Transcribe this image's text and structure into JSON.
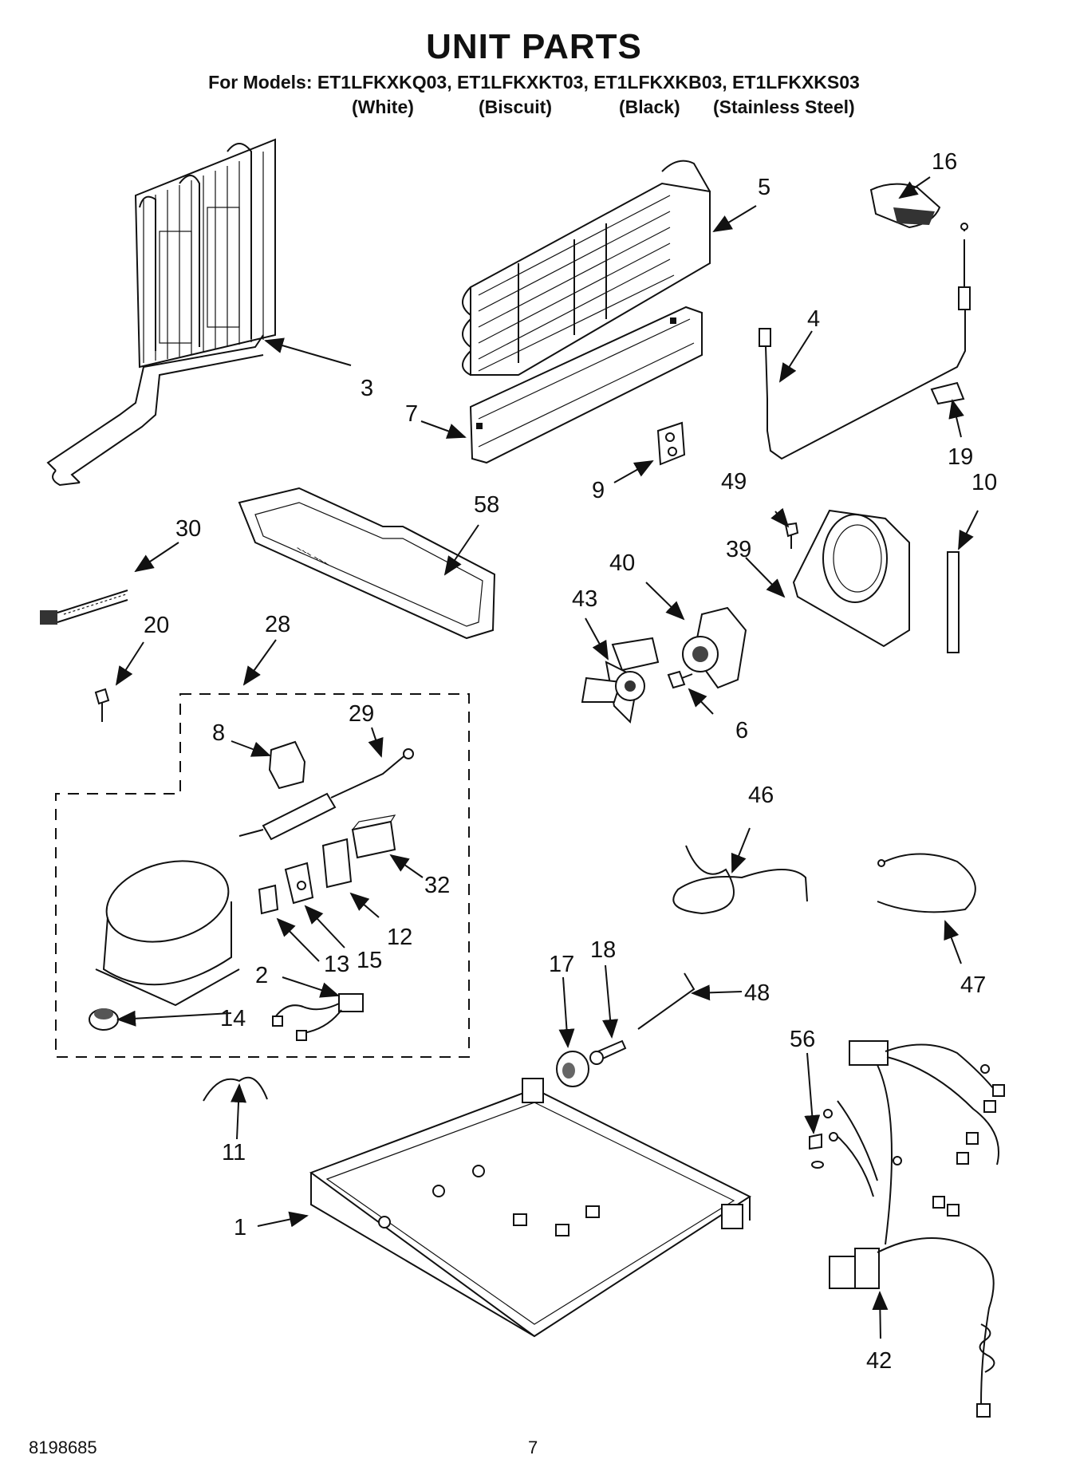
{
  "header": {
    "title": "UNIT PARTS",
    "models_line": "For Models: ET1LFKXKQ03, ET1LFKXKT03, ET1LFKXKB03, ET1LFKXKS03",
    "finishes": [
      "(White)",
      "(Biscuit)",
      "(Black)",
      "(Stainless Steel)"
    ]
  },
  "callouts": {
    "c1": "1",
    "c2": "2",
    "c3": "3",
    "c4": "4",
    "c5": "5",
    "c6": "6",
    "c7": "7",
    "c8": "8",
    "c9": "9",
    "c10": "10",
    "c11": "11",
    "c12": "12",
    "c13": "13",
    "c14": "14",
    "c15": "15",
    "c16": "16",
    "c17": "17",
    "c18": "18",
    "c19": "19",
    "c20": "20",
    "c28": "28",
    "c29": "29",
    "c30": "30",
    "c32": "32",
    "c39": "39",
    "c40": "40",
    "c42": "42",
    "c43": "43",
    "c46": "46",
    "c47": "47",
    "c48": "48",
    "c49": "49",
    "c56": "56",
    "c58": "58"
  },
  "footer": {
    "doc_number": "8198685",
    "page_number": "7"
  }
}
